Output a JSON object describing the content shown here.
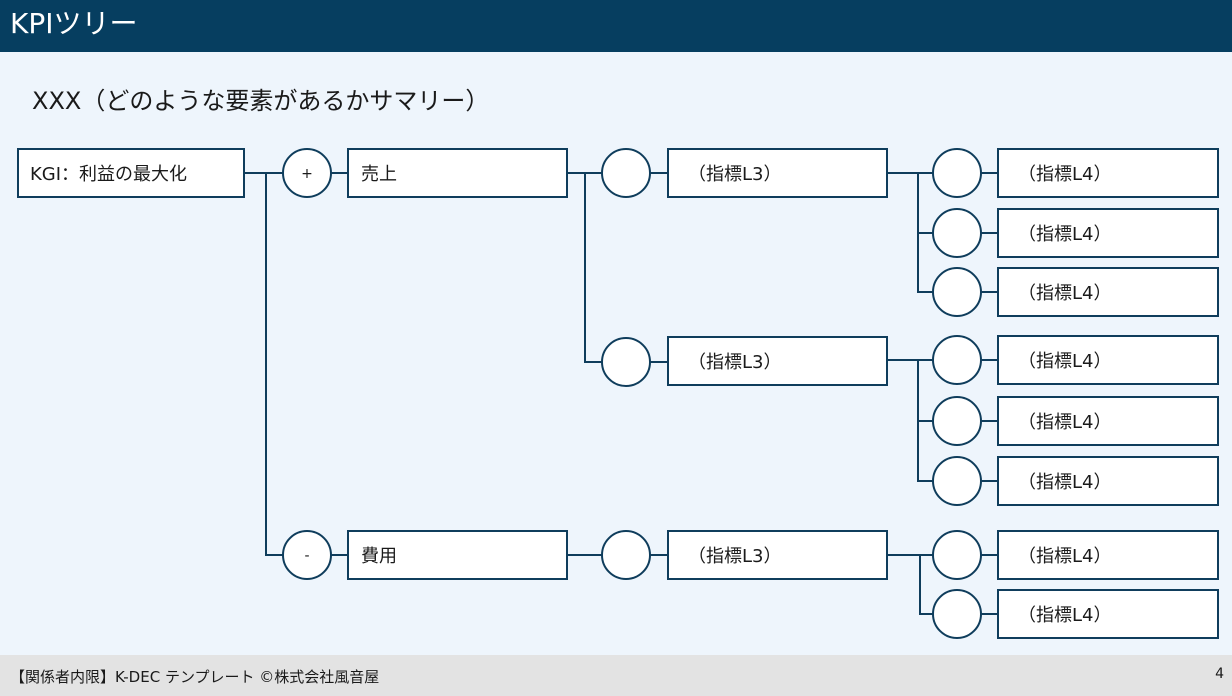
{
  "header": {
    "title": "KPIツリー"
  },
  "subtitle": "XXX（どのような要素があるかサマリー）",
  "tree": {
    "kgi": "KGI：利益の最大化",
    "operators": {
      "plus": "+",
      "minus": "-"
    },
    "level2": {
      "sales": "売上",
      "cost": "費用"
    },
    "level3_label": "（指標L3）",
    "level4_label": "（指標L4）"
  },
  "footer": {
    "text": "【関係者内限】K-DEC テンプレート ©株式会社風音屋",
    "page": "4"
  }
}
